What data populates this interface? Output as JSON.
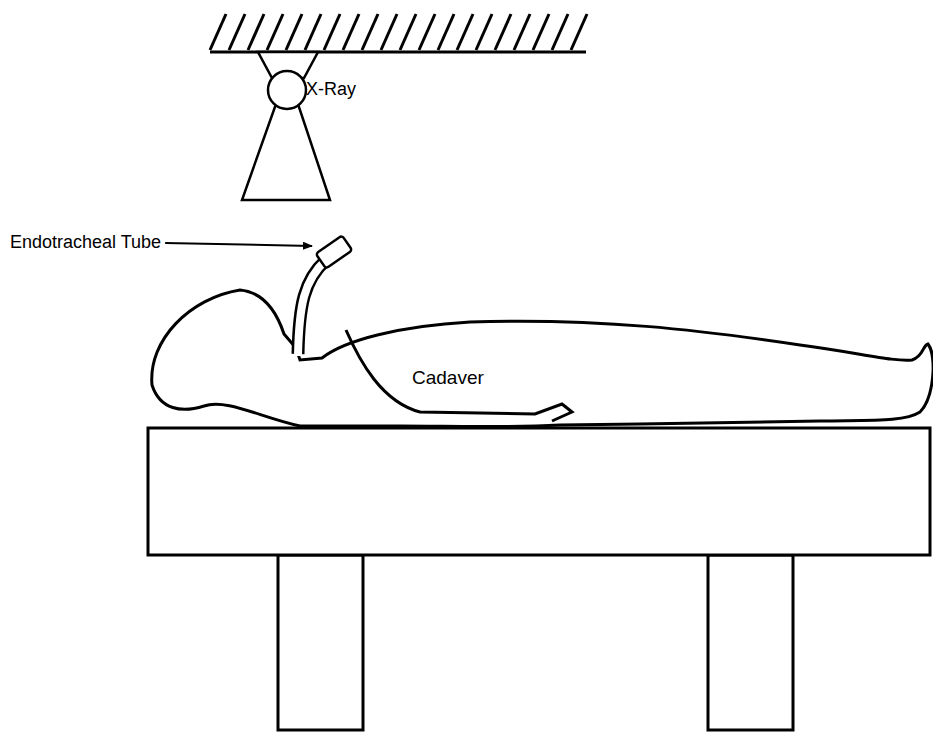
{
  "diagram": {
    "labels": [
      "X-Ray",
      "Endotracheal Tube",
      "Cadaver"
    ]
  }
}
